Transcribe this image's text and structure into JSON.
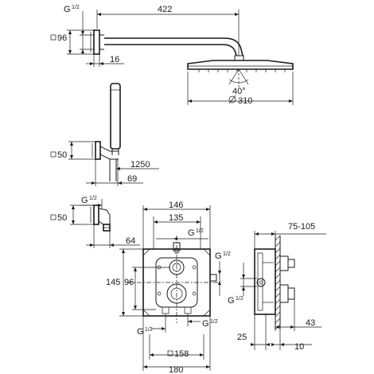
{
  "dimensions": {
    "arm_thread": "G",
    "arm_thread_fraction": "1/2",
    "arm_length": "422",
    "arm_plate_square": "96",
    "arm_plate_depth": "16",
    "head_angle": "40°",
    "head_diameter": "310",
    "holder_plate_square": "50",
    "holder_height": "1250",
    "holder_depth": "69",
    "outlet_thread": "G",
    "outlet_thread_fraction": "1/2",
    "outlet_square": "50",
    "outlet_depth": "64",
    "box_width_outer": "146",
    "box_width_inner": "135",
    "box_top_thread": "G",
    "box_top_thread_fraction": "1/2",
    "box_height_outer": "145",
    "box_height_inner": "96",
    "box_right_thread": "G",
    "box_right_thread_fraction": "1/2",
    "box_bottom_left_thread": "G",
    "box_bottom_left_thread_fraction": "1/2",
    "box_bottom_right_thread": "G",
    "box_bottom_right_thread_fraction": "1/2",
    "box_square": "158",
    "box_overall_width": "180",
    "side_depth_range": "75-105",
    "side_left_thread": "G",
    "side_left_thread_fraction": "1/2",
    "side_depth_a": "43",
    "side_depth_b": "25",
    "side_depth_c": "10"
  }
}
